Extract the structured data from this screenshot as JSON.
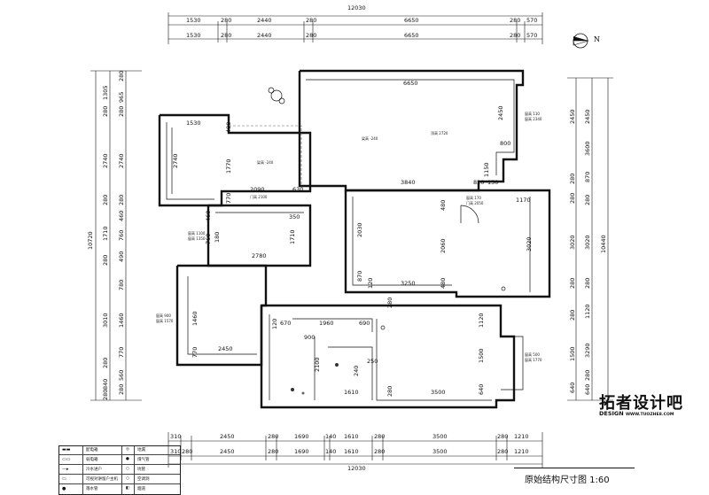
{
  "title": "原始结构尺寸图 1:60",
  "north_label": "N",
  "logo": {
    "main": "拓者设计吧",
    "sub_a": "DESIGN",
    "sub_b": "WWW.TUOZHE8.COM"
  },
  "top_dims": {
    "total": "12030",
    "row1": [
      "1530",
      "280",
      "2440",
      "280",
      "6650",
      "280",
      "570"
    ],
    "row2": [
      "1530",
      "280",
      "2440",
      "280",
      "6650",
      "280",
      "570"
    ]
  },
  "bottom_dims": {
    "total": "12030",
    "row1": [
      "310",
      "2450",
      "280",
      "1690",
      "140",
      "1610",
      "280",
      "3500",
      "280",
      "1210"
    ],
    "row2": [
      "310",
      "280",
      "2450",
      "280",
      "1690",
      "140",
      "1610",
      "280",
      "3500",
      "280",
      "1210"
    ]
  },
  "left_dims": {
    "total": "10720",
    "col_outer": [
      "1305",
      "280",
      "2740",
      "280",
      "1710",
      "280",
      "3010",
      "280",
      "840",
      "280"
    ],
    "col_inner": [
      "280",
      "965",
      "280",
      "2740",
      "280",
      "460",
      "760",
      "490",
      "780",
      "1460",
      "770",
      "560",
      "280"
    ]
  },
  "right_dims": {
    "total": "10440",
    "col_outer": [
      "2450",
      "3600",
      "870",
      "280",
      "3020",
      "280",
      "1120",
      "3290",
      "280",
      "640"
    ],
    "col_inner": [
      "2450",
      "280",
      "280",
      "3020",
      "280",
      "280",
      "1500",
      "640"
    ]
  },
  "interior_dims": [
    "6650",
    "2450",
    "800",
    "1150",
    "3840",
    "820",
    "150",
    "1170",
    "1530",
    "480",
    "1770",
    "2740",
    "2090",
    "630",
    "770",
    "350",
    "460",
    "180",
    "760",
    "1710",
    "2780",
    "2030",
    "2060",
    "3020",
    "480",
    "870",
    "120",
    "3250",
    "480",
    "280",
    "1460",
    "770",
    "2450",
    "120",
    "670",
    "1960",
    "690",
    "900",
    "1120",
    "2100",
    "240",
    "250",
    "1610",
    "3500",
    "1500",
    "640",
    "280"
  ],
  "room_labels": [
    "梁高 -240",
    "梁高 -240",
    "顶高 2720",
    "门高 2100",
    "窗高 1100",
    "窗高 1350",
    "窗高 170",
    "门高 2050",
    "窗高 900",
    "窗高 1570",
    "窗高 500",
    "窗高 1770",
    "窗高 110",
    "窗高 2340"
  ],
  "legend": [
    {
      "a": "配电箱",
      "b": "地漏"
    },
    {
      "a": "弱电箱",
      "b": "煤气管"
    },
    {
      "a": "冷水进户",
      "b": "坑管"
    },
    {
      "a": "可视对讲留户主机",
      "b": "空调洞"
    },
    {
      "a": "落水管",
      "b": "烟道"
    }
  ]
}
